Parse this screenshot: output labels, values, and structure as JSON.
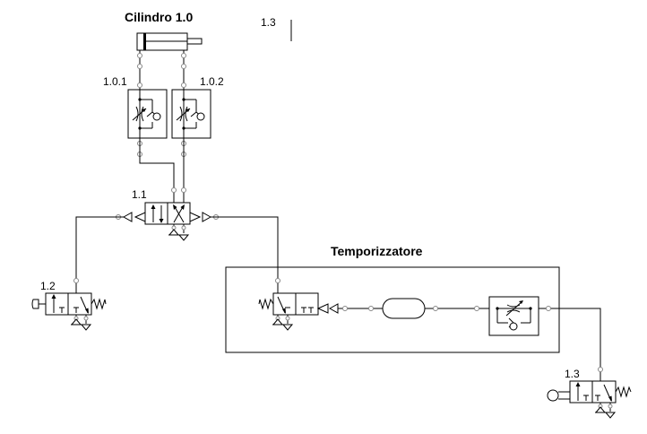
{
  "labels": {
    "cylinder_title": "Cilindro 1.0",
    "valve_101": "1.0.1",
    "valve_102": "1.0.2",
    "valve_11": "1.1",
    "valve_12": "1.2",
    "valve_13": "1.3",
    "ref_13_top": "1.3",
    "timer_title": "Temporizzatore"
  },
  "colors": {
    "line": "#000000",
    "port": "#888888",
    "background": "#ffffff"
  },
  "icons": {
    "cylinder": "double-acting-cylinder",
    "flow_control": "throttle-check-valve",
    "main_valve": "5-2-directional-valve",
    "push_button": "3-2-push-button-valve",
    "roller": "3-2-roller-valve",
    "reservoir": "air-reservoir",
    "shuttle": "non-return-valve"
  }
}
